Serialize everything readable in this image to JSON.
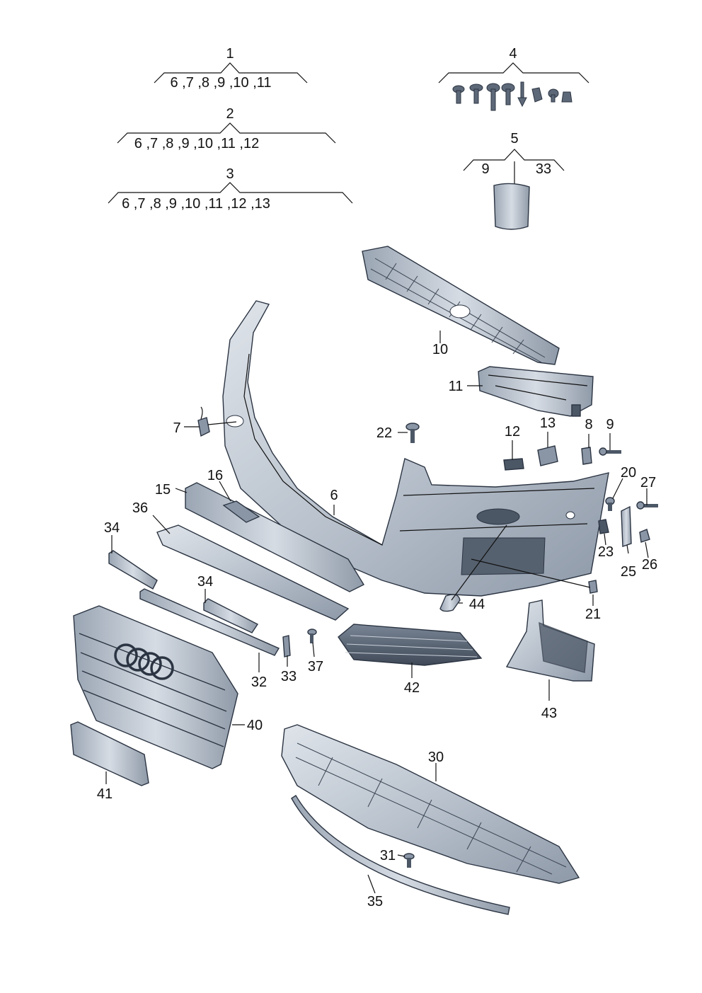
{
  "kits": [
    {
      "number": "1",
      "contents": "6 ,7 ,8 ,9 ,10 ,11"
    },
    {
      "number": "2",
      "contents": "6 ,7 ,8 ,9 ,10 ,11 ,12"
    },
    {
      "number": "3",
      "contents": "6 ,7 ,8 ,9 ,10 ,11 ,12 ,13"
    },
    {
      "number": "4",
      "contents": ""
    },
    {
      "number": "5",
      "contents_left": "9",
      "contents_right": "33"
    }
  ],
  "callouts": {
    "p6": "6",
    "p7": "7",
    "p8": "8",
    "p9": "9",
    "p10": "10",
    "p11": "11",
    "p12": "12",
    "p13": "13",
    "p15": "15",
    "p16": "16",
    "p20": "20",
    "p21": "21",
    "p22": "22",
    "p23": "23",
    "p25": "25",
    "p26": "26",
    "p27": "27",
    "p30": "30",
    "p31": "31",
    "p32": "32",
    "p33": "33",
    "p34a": "34",
    "p34b": "34",
    "p35": "35",
    "p36": "36",
    "p37": "37",
    "p40": "40",
    "p41": "41",
    "p42": "42",
    "p43": "43",
    "p44": "44"
  }
}
